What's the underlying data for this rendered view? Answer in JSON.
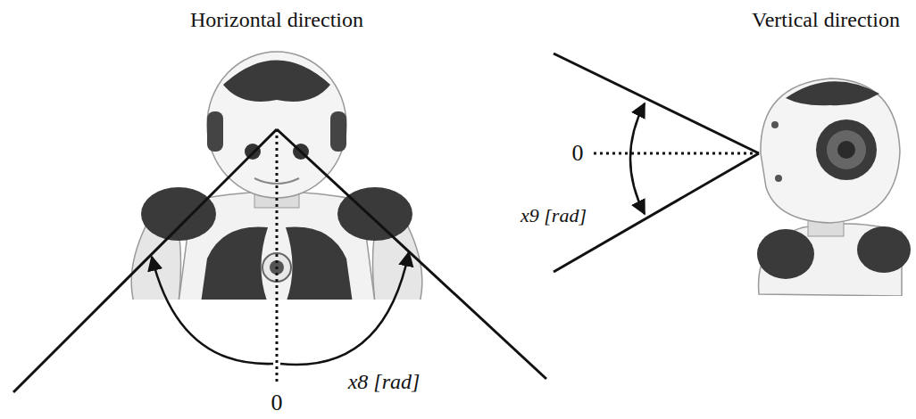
{
  "diagram": {
    "labels": [
      "Horizontal direction",
      "Vertical direction",
      "0",
      "x8 [rad]",
      "0",
      "x9 [rad]"
    ]
  }
}
